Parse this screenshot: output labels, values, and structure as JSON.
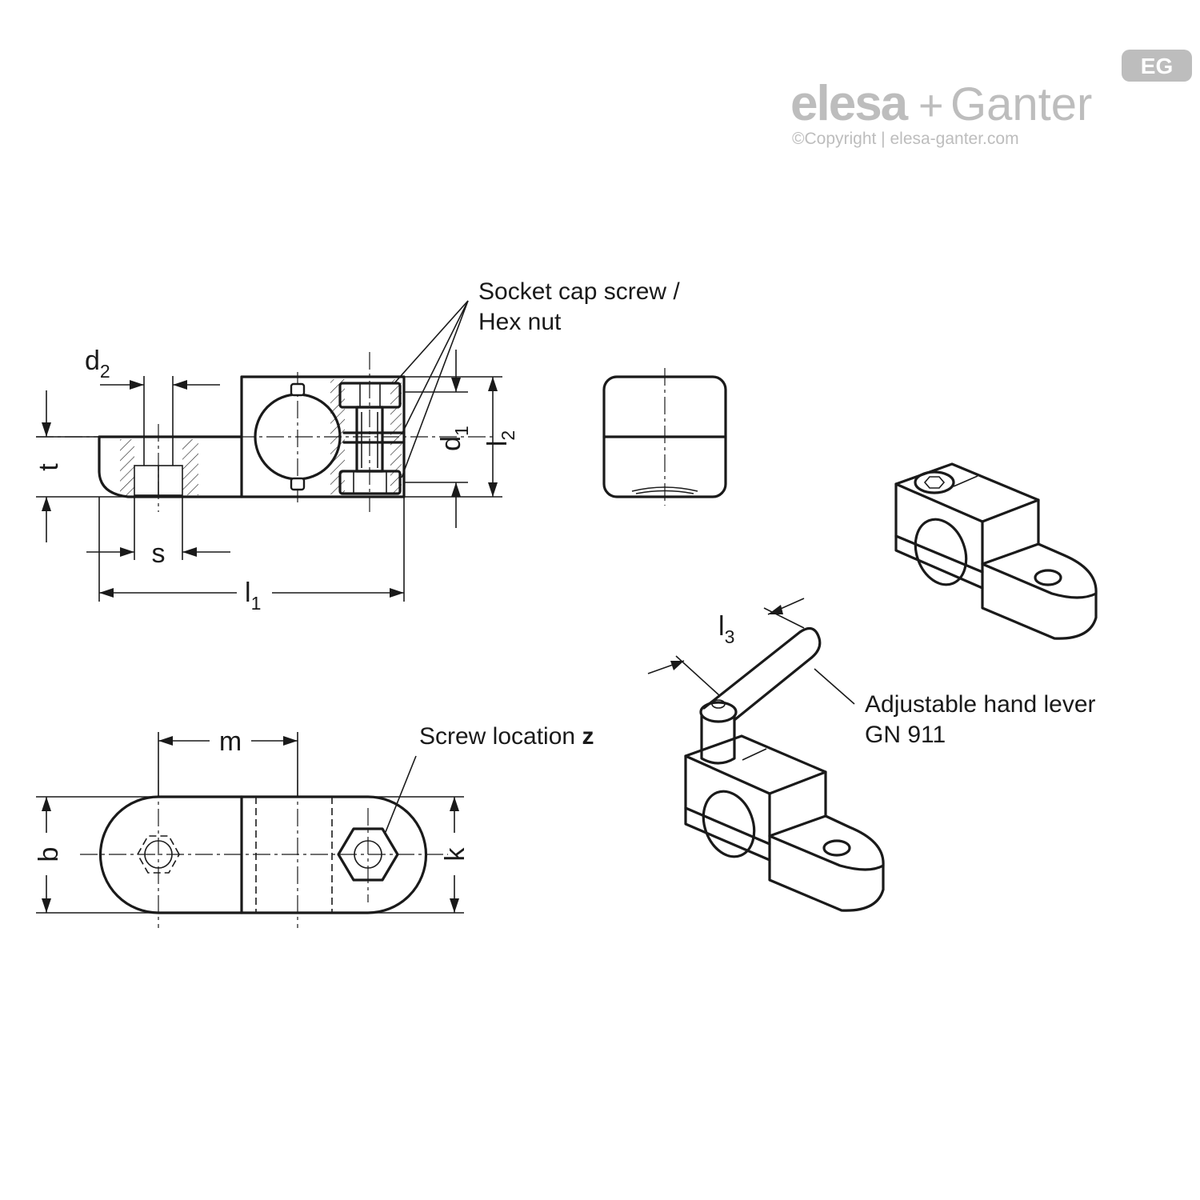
{
  "brand": {
    "logo_left": "elesa",
    "logo_plus": "+",
    "logo_right": "Ganter",
    "copyright": "©Copyright | elesa-ganter.com",
    "badge": "EG",
    "color": "#bdbdbd"
  },
  "callouts": {
    "socket_cap_screw_line1": "Socket cap screw /",
    "socket_cap_screw_line2": "Hex nut",
    "screw_location_text": "Screw location ",
    "screw_location_z": "z",
    "hand_lever_line1": "Adjustable hand lever",
    "hand_lever_line2": "GN 911"
  },
  "dimensions": {
    "d2": {
      "base": "d",
      "sub": "2"
    },
    "t": "t",
    "s": "s",
    "l1": {
      "base": "l",
      "sub": "1"
    },
    "d1": {
      "base": "d",
      "sub": "1"
    },
    "l2": {
      "base": "l",
      "sub": "2"
    },
    "l3": {
      "base": "l",
      "sub": "3"
    },
    "m": "m",
    "b": "b",
    "k": "k"
  },
  "line_color": "#1a1a1a"
}
